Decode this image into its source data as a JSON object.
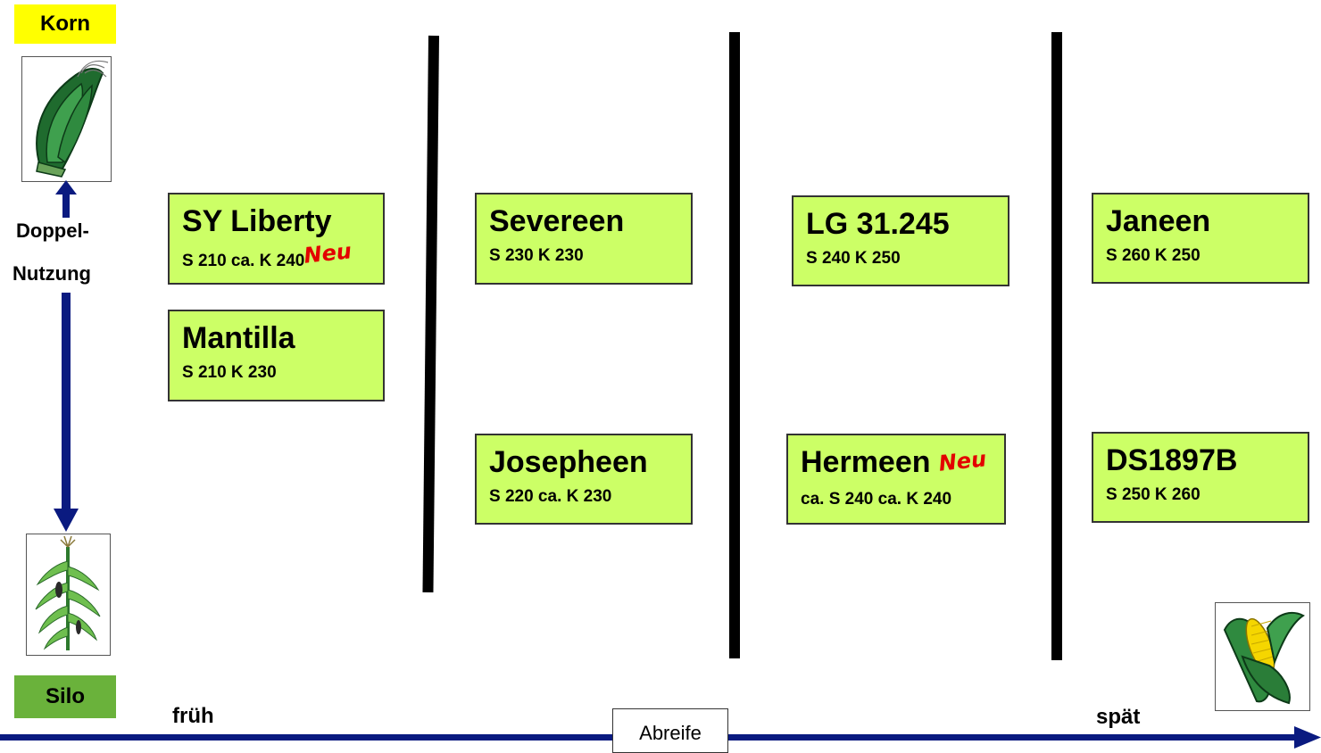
{
  "left": {
    "top_label": "Korn",
    "bottom_label": "Silo",
    "middle_label_line1": "Doppel-",
    "middle_label_line2": "Nutzung"
  },
  "varieties": [
    {
      "name": "SY Liberty",
      "spec": "S 210  ca. K 240",
      "badge": "Neu"
    },
    {
      "name": "Mantilla",
      "spec": "S 210  K 230"
    },
    {
      "name": "Severeen",
      "spec": "S 230  K 230"
    },
    {
      "name": "Josepheen",
      "spec": "S 220 ca. K 230"
    },
    {
      "name": "LG 31.245",
      "spec": "S 240  K 250"
    },
    {
      "name": "Hermeen",
      "spec": "ca. S 240 ca. K 240",
      "badge": "Neu"
    },
    {
      "name": "Janeen",
      "spec": "S 260  K 250"
    },
    {
      "name": "DS1897B",
      "spec": "S 250  K 260"
    }
  ],
  "axis": {
    "start_label": "früh",
    "end_label": "spät",
    "center_label": "Abreife"
  },
  "colors": {
    "card_fill": "#ccff66",
    "korn_fill": "#ffff00",
    "silo_fill": "#6ab23b",
    "arrow": "#0a1a80",
    "badge": "#e30000"
  },
  "icons": [
    "corn-cob-husk-icon",
    "corn-plant-icon",
    "corn-cob-icon"
  ]
}
